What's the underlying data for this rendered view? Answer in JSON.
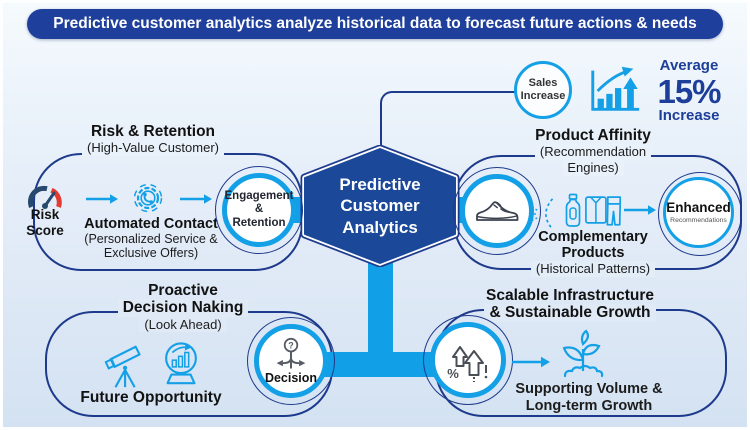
{
  "banner": {
    "text": "Predictive customer analytics analyze historical data to forecast future actions & needs"
  },
  "hexagon": {
    "lines": [
      "Predictive",
      "Customer",
      "Analytics"
    ]
  },
  "sales": {
    "circle": [
      "Sales",
      "Increase"
    ],
    "average_label": "Average",
    "value": "15%",
    "increase_label": "Increase"
  },
  "risk": {
    "title": "Risk & Retention",
    "subtitle": "(High-Value Customer)",
    "risk_score": [
      "Risk",
      "Score"
    ],
    "contact_title": "Automated Contact",
    "contact_sub": [
      "(Personalized Service &",
      "Exclusive Offers)"
    ],
    "node": [
      "Engagement",
      "& Retention"
    ]
  },
  "affinity": {
    "title": "Product Affinity",
    "subtitle": [
      "(Recommendation",
      "Engines)"
    ],
    "complementary": [
      "Complementary",
      "Products"
    ],
    "complementary_sub": "(Historical Patterns)",
    "enhanced_title": "Enhanced",
    "enhanced_sub": "Recommendations"
  },
  "proactive": {
    "title": [
      "Proactive",
      "Decision Naking"
    ],
    "subtitle": "(Look Ahead)",
    "label": "Future Opportunity",
    "node": "Decision"
  },
  "scalable": {
    "title": [
      "Scalable Infrastructure",
      "& Sustainable Growth"
    ],
    "label": [
      "Supporting Volume &",
      "Long-term Growth"
    ]
  },
  "colors": {
    "accent_blue": "#14a0e6",
    "deep_blue": "#1b4899",
    "navy_outline": "#1e3a8c",
    "banner_blue": "#1e3f9b",
    "stat_blue": "#1d3e99",
    "risk_red": "#e23c32"
  }
}
